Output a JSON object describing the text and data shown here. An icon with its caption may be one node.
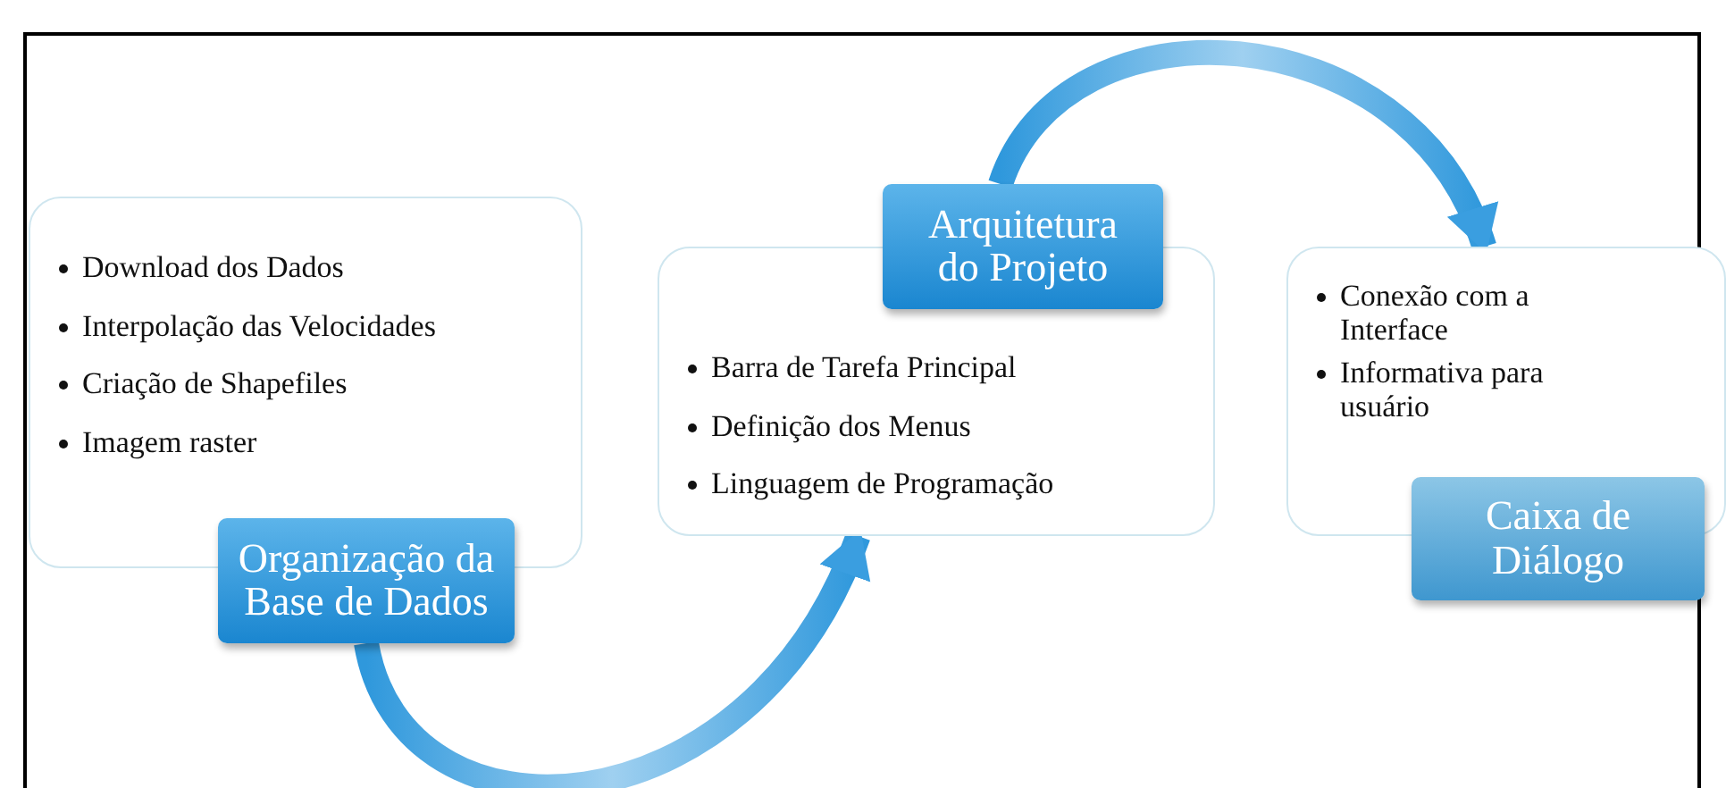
{
  "diagram": {
    "nodes": [
      {
        "text": [
          "Download dos Dados",
          "Interpolação das Velocidades",
          "Criação de Shapefiles",
          "Imagem raster"
        ]
      },
      {
        "text": [
          "Organização da Base de Dados"
        ]
      },
      {
        "text": [
          "Arquitetura do Projeto"
        ]
      },
      {
        "text": [
          "Barra de Tarefa Principal",
          "Definição dos Menus",
          "Linguagem de Programação"
        ]
      },
      {
        "text": [
          "Conexão com a Interface",
          "Informativa para usuário"
        ]
      },
      {
        "text": [
          "Caixa de Diálogo"
        ]
      }
    ],
    "edges": [
      {
        "from": 1,
        "to": 3,
        "arrow": "to",
        "style": "thick"
      },
      {
        "from": 2,
        "to": 4,
        "arrow": "to",
        "style": "thick"
      }
    ]
  }
}
